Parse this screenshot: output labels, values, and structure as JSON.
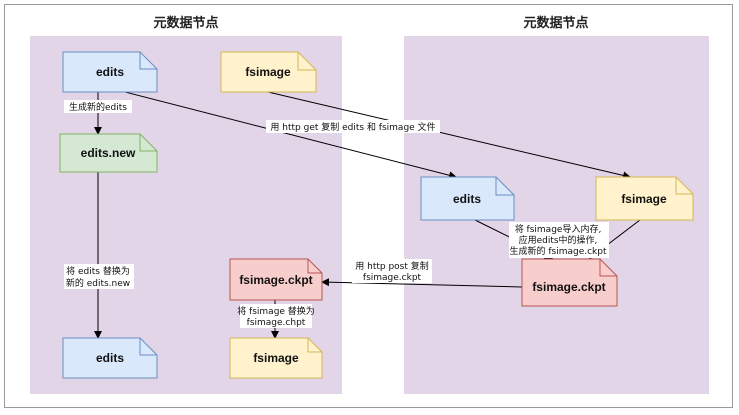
{
  "left_node": {
    "title": "元数据节点",
    "edits": "edits",
    "fsimage": "fsimage",
    "edits_new": "edits.new",
    "fsimage_ckpt": "fsimage.ckpt",
    "edits_bottom": "edits",
    "fsimage_bottom": "fsimage"
  },
  "right_node": {
    "title": "元数据节点",
    "edits": "edits",
    "fsimage": "fsimage",
    "fsimage_ckpt": "fsimage.ckpt"
  },
  "labels": {
    "gen_new_edits": "生成新的edits",
    "http_get": "用 http get 复制 edits 和 fsimage 文件",
    "replace_edits": [
      "将 edits 替换为",
      "新的 edits.new"
    ],
    "merge": [
      "将 fsimage导入内存,",
      "应用edits中的操作,",
      "生成新的 fsimage.ckpt"
    ],
    "http_post": [
      "用 http post 复制",
      "fsimage.ckpt"
    ],
    "replace_fsimage": [
      "将 fsimage 替换为",
      "fsimage.chpt"
    ]
  },
  "colors": {
    "panel": "#e1d5e7",
    "blue_doc": "#dae8fc",
    "blue_stroke": "#6c8ebf",
    "yellow_doc": "#fff2cc",
    "yellow_stroke": "#d6b656",
    "green_doc": "#d5e8d4",
    "green_stroke": "#82b366",
    "red_doc": "#f8cecc",
    "red_stroke": "#b85450"
  }
}
